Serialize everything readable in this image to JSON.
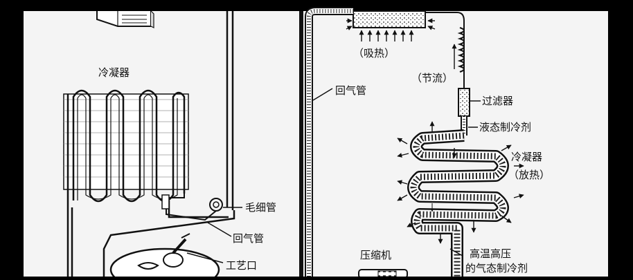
{
  "left_panel": {
    "labels": {
      "condenser": "冷凝器",
      "capillary": "毛细管",
      "return_pipe": "回气管",
      "process_port": "工艺口"
    }
  },
  "right_panel": {
    "labels": {
      "heat_absorb": "（吸热）",
      "throttle": "（节流）",
      "return_pipe": "回气管",
      "filter": "过滤器",
      "liquid_refrigerant": "液态制冷剂",
      "condenser": "冷凝器",
      "heat_release": "（放热）",
      "compressor": "压缩机",
      "hot_gas_line1": "高温高压",
      "hot_gas_line2": "的气态制冷剂"
    }
  },
  "colors": {
    "background": "#000000",
    "paper": "#f4f4f4",
    "ink": "#111111"
  }
}
